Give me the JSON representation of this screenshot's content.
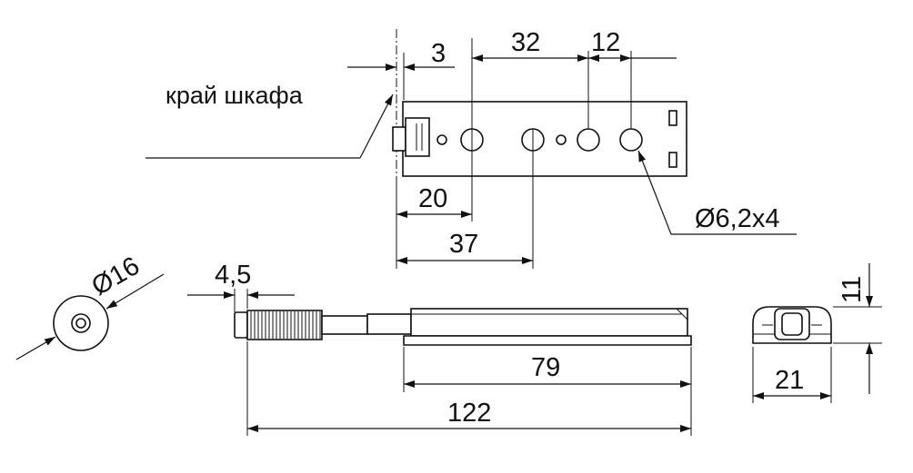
{
  "top_view": {
    "note_label": "край шкафа",
    "dim_offset": "3",
    "dim_pitch_a": "32",
    "dim_pitch_b": "12",
    "dim_first_hole": "20",
    "dim_second_hole": "37",
    "dim_hole_diameter": "Ø6,2x4"
  },
  "bumper_view": {
    "dim_diameter": "Ø16"
  },
  "side_view": {
    "dim_tip": "4,5",
    "dim_body": "79",
    "dim_total": "122"
  },
  "end_view": {
    "dim_height": "11",
    "dim_width": "21"
  }
}
